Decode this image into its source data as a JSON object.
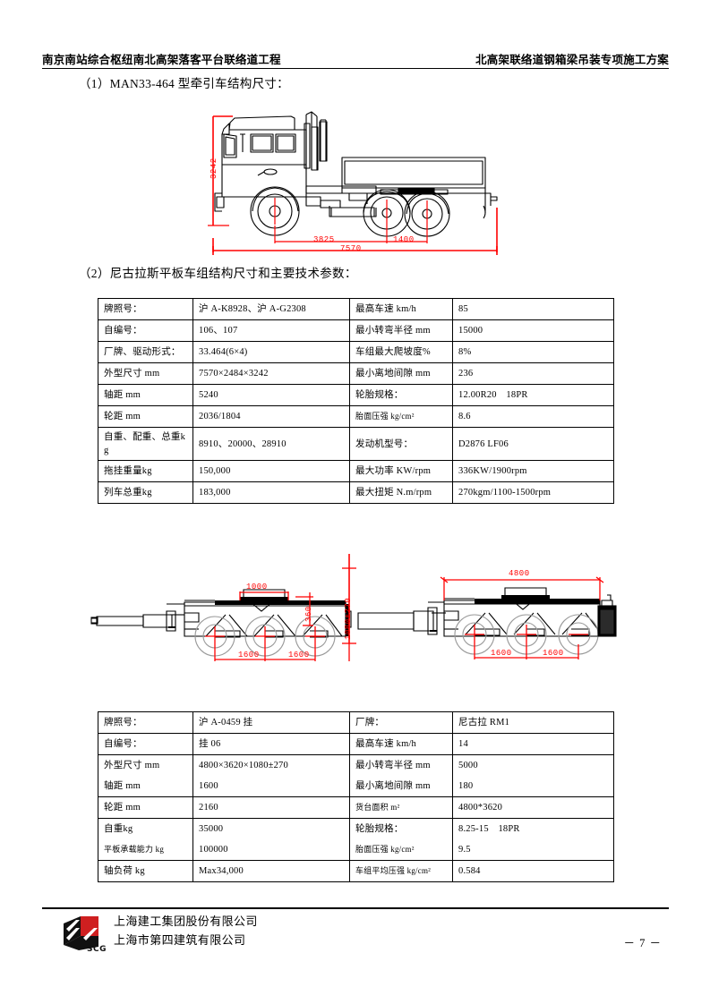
{
  "header": {
    "left_title": "南京南站综合枢纽南北高架落客平台联络道工程",
    "right_title": "北高架联络道钢箱梁吊装专项施工方案"
  },
  "sections": {
    "caption_1": "（1）MAN33-464 型牵引车结构尺寸：",
    "caption_2": "（2）尼古拉斯平板车组结构尺寸和主要技术参数："
  },
  "figures": {
    "tractor": {
      "name": "MAN33-464 tractor side elevation drawing",
      "dimensions": {
        "height_overall": "3242",
        "wheelbase_front": "3825",
        "axle_spacing_rear": "1400",
        "length_overall": "7570"
      }
    },
    "trailer": {
      "name": "Nicolas modular flatbed trailer set side elevation drawing",
      "dimensions": {
        "left_deck_width": "1000",
        "left_deck_height": "360",
        "left_height_range": "1080±270",
        "right_platform_length": "4800",
        "axle_spacing_a": "1600",
        "axle_spacing_b": "1600",
        "left_axle_spacing_a": "1600",
        "left_axle_spacing_b": "1600"
      }
    }
  },
  "table_tractor": {
    "rows": [
      {
        "label_a": "牌照号：",
        "value_a": "沪 A-K8928、沪 A-G2308",
        "label_b": "最高车速 km/h",
        "value_b": "85"
      },
      {
        "label_a": "自编号：",
        "value_a": "106、107",
        "label_b": "最小转弯半径 mm",
        "value_b": "15000"
      },
      {
        "label_a": "厂牌、驱动形式：",
        "value_a": "33.464(6×4)",
        "label_b": "车组最大爬坡度%",
        "value_b": "8%"
      },
      {
        "label_a": "外型尺寸 mm",
        "value_a": "7570×2484×3242",
        "label_b": "最小离地间隙 mm",
        "value_b": "236"
      },
      {
        "label_a": "轴距 mm",
        "value_a": "5240",
        "label_b": "轮胎规格：",
        "value_b": "12.00R20　18PR"
      },
      {
        "label_a": "轮距 mm",
        "value_a": "2036/1804",
        "label_b": "胎面压强 kg/cm²",
        "value_b": "8.6"
      },
      {
        "label_a": "自重、配重、总重kg",
        "value_a": "8910、20000、28910",
        "label_b": "发动机型号：",
        "value_b": "D2876 LF06"
      },
      {
        "label_a": "拖挂重量kg",
        "value_a": "150,000",
        "label_b": "最大功率 KW/rpm",
        "value_b": "336KW/1900rpm"
      },
      {
        "label_a": "列车总重kg",
        "value_a": "183,000",
        "label_b": "最大扭矩 N.m/rpm",
        "value_b": "270kgm/1100-1500rpm"
      }
    ]
  },
  "table_trailer": {
    "rows": [
      {
        "label_a": "牌照号：",
        "value_a": "沪 A-0459 挂",
        "label_b": "厂牌：",
        "value_b": "尼古拉 RM1"
      },
      {
        "label_a": "自编号：",
        "value_a": "挂 06",
        "label_b": "最高车速 km/h",
        "value_b": "14"
      },
      {
        "label_a": "外型尺寸 mm",
        "value_a": "4800×3620×1080±270",
        "label_b": "最小转弯半径 mm",
        "value_b": "5000"
      },
      {
        "label_a": "轴距 mm",
        "value_a": "1600",
        "label_b": "最小离地间隙 mm",
        "value_b": "180"
      },
      {
        "label_a": "轮距 mm",
        "value_a": "2160",
        "label_b": "货台面积 m²",
        "value_b": "4800*3620"
      },
      {
        "label_a": "自重kg",
        "value_a": "35000",
        "label_b": "轮胎规格：",
        "value_b": "8.25-15　18PR"
      },
      {
        "label_a": "平板承载能力 kg",
        "value_a": "100000",
        "label_b": "胎面压强 kg/cm²",
        "value_b": "9.5"
      },
      {
        "label_a": "轴负荷 kg",
        "value_a": "Max34,000",
        "label_b": "车组平均压强 kg/cm²",
        "value_b": "0.584"
      }
    ]
  },
  "footer": {
    "company_line_1": "上海建工集团股份有限公司",
    "company_line_2": "上海市第四建筑有限公司",
    "logo_text": "SCG",
    "page_number": "－ 7 －"
  },
  "colors": {
    "dimension_red": "#ff0000",
    "logo_red": "#e02020",
    "text_black": "#000000"
  }
}
